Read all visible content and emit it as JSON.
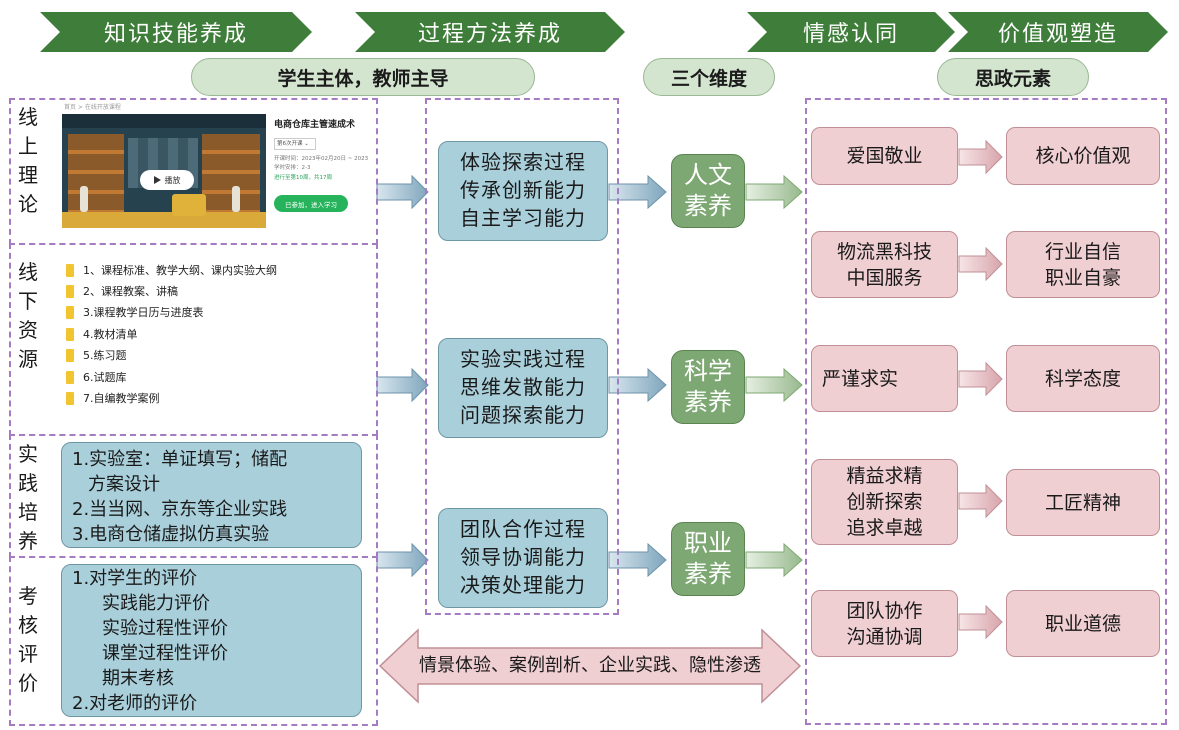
{
  "headers": [
    "知识技能养成",
    "过程方法养成",
    "情感认同",
    "价值观塑造"
  ],
  "pills": {
    "left": "学生主体，教师主导",
    "middle": "三个维度",
    "right": "思政元素"
  },
  "left_labels": {
    "online": [
      "线",
      "上",
      "理",
      "论"
    ],
    "offline": [
      "线",
      "下",
      "资",
      "源"
    ],
    "practice": [
      "实",
      "践",
      "培",
      "养"
    ],
    "assess": [
      "考",
      "核",
      "评",
      "价"
    ]
  },
  "course": {
    "breadcrumb": "首页 > 在线开放课程",
    "title": "电商仓库主管速成术",
    "session": "第6次开课",
    "time_label": "开课时间：",
    "time_value": "2023年02月20日 ~ 2023",
    "hours_label": "学时安排：",
    "hours_value": "2-3",
    "progress": "进行至第10周，共17周",
    "play": "播放",
    "join": "已参加，进入学习"
  },
  "files": [
    "1、课程标准、教学大纲、课内实验大纲",
    "2、课程教案、讲稿",
    "3.课程教学日历与进度表",
    "4.教材清单",
    "5.练习题",
    "6.试题库",
    "7.自编教学案例"
  ],
  "practice_items": [
    "1.实验室：单证填写；储配",
    "方案设计",
    "2.当当网、京东等企业实践",
    "3.电商仓储虚拟仿真实验"
  ],
  "assess_items": [
    "1.对学生的评价",
    "实践能力评价",
    "实验过程性评价",
    "课堂过程性评价",
    "期末考核",
    "2.对老师的评价"
  ],
  "process_boxes": [
    [
      "体验探索过程",
      "传承创新能力",
      "自主学习能力"
    ],
    [
      "实验实践过程",
      "思维发散能力",
      "问题探索能力"
    ],
    [
      "团队合作过程",
      "领导协调能力",
      "决策处理能力"
    ]
  ],
  "dimensions": [
    [
      "人文",
      "素养"
    ],
    [
      "科学",
      "素养"
    ],
    [
      "职业",
      "素养"
    ]
  ],
  "bottom_banner": "情景体验、案例剖析、企业实践、隐性渗透",
  "elements": [
    {
      "left": [
        "爱国敬业"
      ],
      "right": [
        "核心价值观"
      ]
    },
    {
      "left": [
        "物流黑科技",
        "中国服务"
      ],
      "right": [
        "行业自信",
        "职业自豪"
      ]
    },
    {
      "left": [
        "严谨求实"
      ],
      "right": [
        "科学态度"
      ]
    },
    {
      "left": [
        "精益求精",
        "创新探索",
        "追求卓越"
      ],
      "right": [
        "工匠精神"
      ]
    },
    {
      "left": [
        "团队协作",
        "沟通协调"
      ],
      "right": [
        "职业道德"
      ]
    }
  ],
  "colors": {
    "header_green": "#3f7e3a",
    "pill": "#d3e5cf",
    "blue_box": "#a9cfdb",
    "dim_green": "#7ea873",
    "pink": "#f0cfd3",
    "dashed": "#a57bc4"
  }
}
